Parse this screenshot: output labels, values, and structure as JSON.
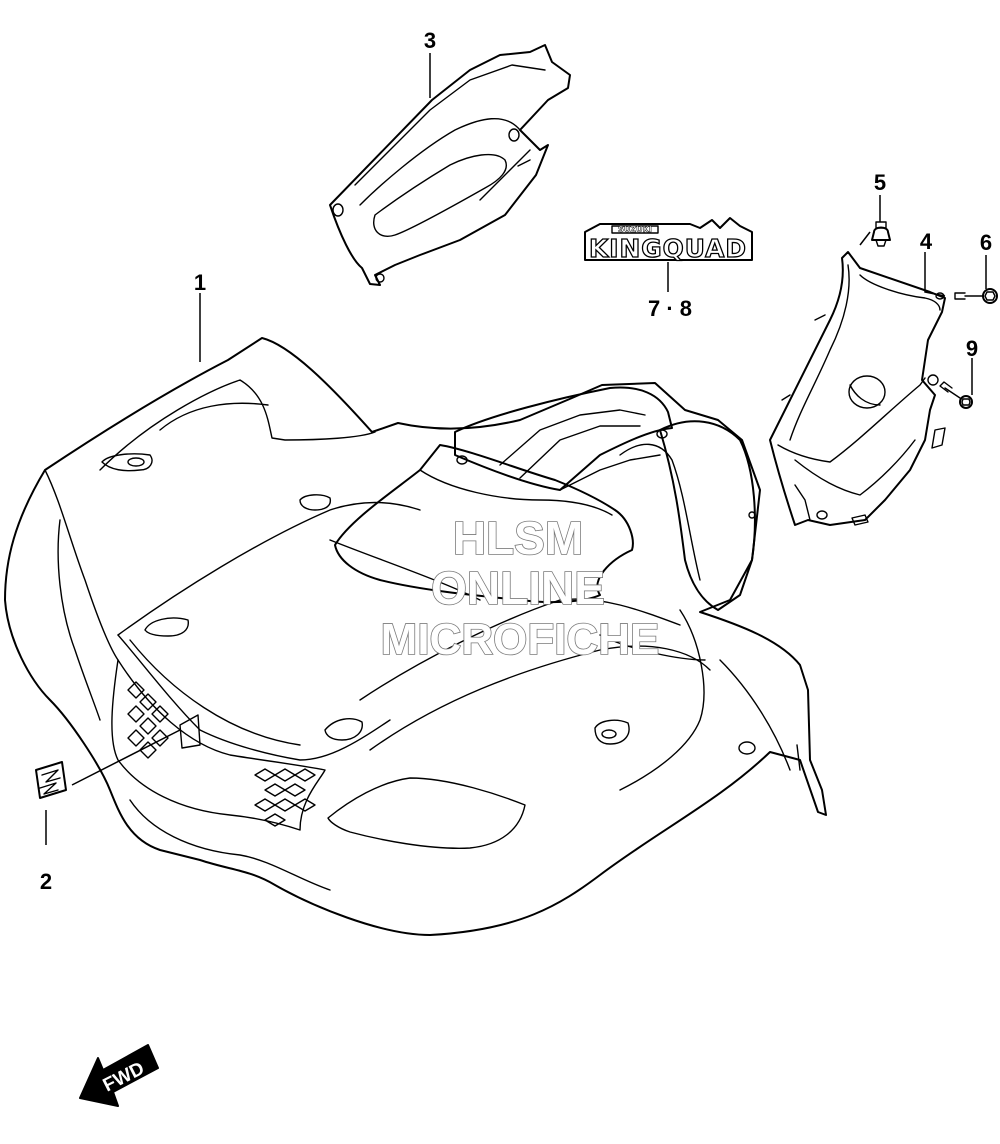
{
  "callouts": {
    "part_1": "1",
    "part_2": "2",
    "part_3": "3",
    "part_4": "4",
    "part_5": "5",
    "part_6": "6",
    "part_7_8": "7 · 8",
    "part_9": "9"
  },
  "emblem": {
    "brand": "SUZUKI",
    "model": "KINGQUAD"
  },
  "direction_arrow": {
    "label": "FWD"
  },
  "watermark": {
    "line1": "HLSM",
    "line2": "ONLINE",
    "line3": "MICROFICHE"
  }
}
